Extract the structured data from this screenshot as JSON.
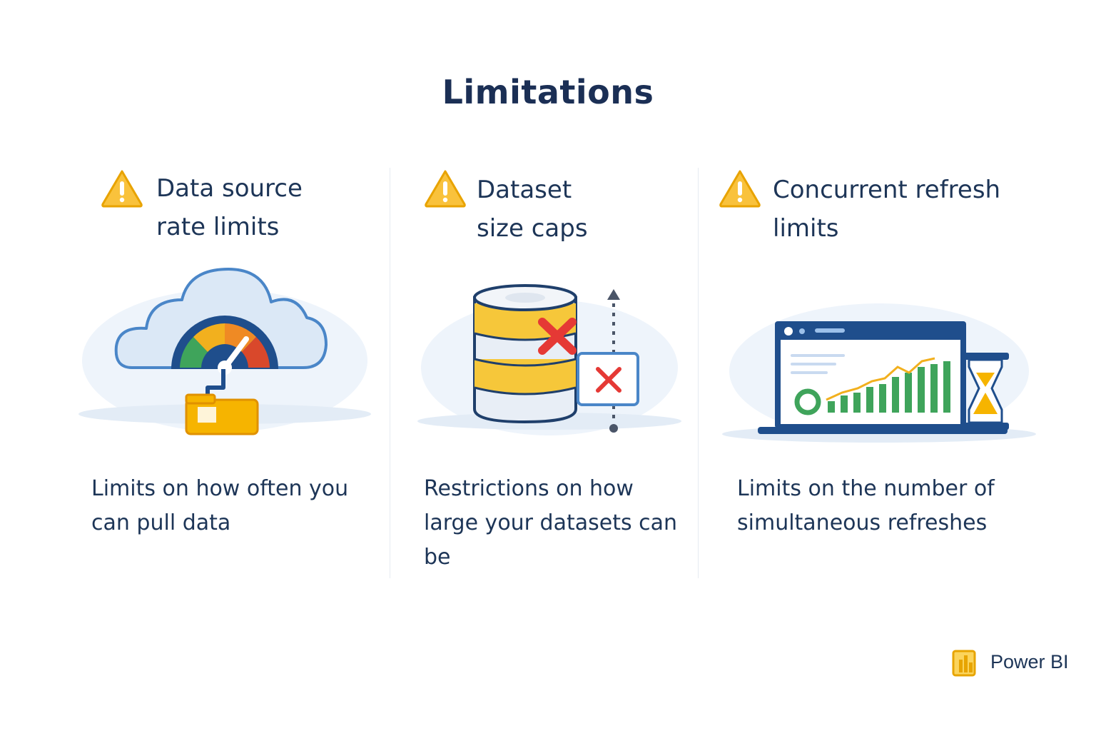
{
  "title": "Limitations",
  "cards": [
    {
      "heading_lines": [
        "Data source",
        "rate limits"
      ],
      "icon": "warning-icon",
      "illustration": "cloud-speedometer-folder",
      "description_lines": [
        "Limits on how often you",
        "can pull data"
      ]
    },
    {
      "heading_lines": [
        "Dataset",
        "size caps"
      ],
      "icon": "warning-icon",
      "illustration": "database-size-cap",
      "description_lines": [
        "Restrictions on how",
        "large your datasets can",
        "be"
      ]
    },
    {
      "heading_lines": [
        "Concurrent refresh",
        "limits"
      ],
      "icon": "warning-icon",
      "illustration": "laptop-chart-hourglass",
      "description_lines": [
        "Limits on the number of",
        "simultaneous refreshes"
      ]
    }
  ],
  "brand": {
    "name": "Power BI",
    "icon": "power-bi-logo"
  },
  "colors": {
    "heading": "#1d3557",
    "warning": "#f6b400",
    "accent_blue": "#1f4e8c",
    "error_red": "#e53935",
    "chart_green": "#3fa45b",
    "chart_line": "#f2b01e"
  }
}
